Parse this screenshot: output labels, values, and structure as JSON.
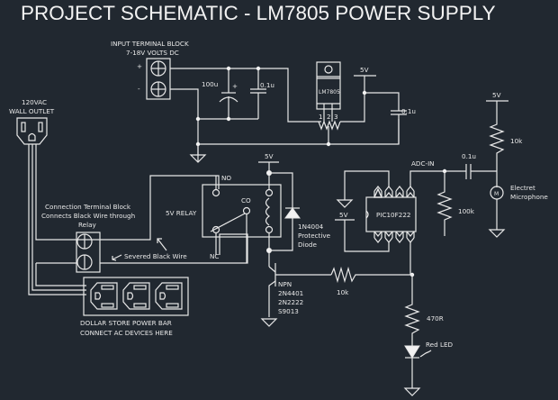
{
  "title": "PROJECT SCHEMATIC - LM7805 POWER SUPPLY",
  "colors": {
    "background": "#212830",
    "lines": "#e8e8e8"
  },
  "labels": {
    "input_block_line1": "INPUT TERMINAL BLOCK",
    "input_block_line2": "7-18V VOLTS DC",
    "plus": "+",
    "minus": "-",
    "cap_100u": "100u",
    "cap_100u_plus": "+",
    "cap_01u_a": "0.1u",
    "regulator": "LM7805",
    "pin1": "1",
    "pin2": "2",
    "pin3": "3",
    "v5_reg": "5V",
    "cap_01u_b": "0.1u",
    "outlet_line1": "120VAC",
    "outlet_line2": "WALL OUTLET",
    "conn_block_line1": "Connection Terminal Block",
    "conn_block_line2": "Connects Black Wire through",
    "conn_block_line3": "Relay",
    "severed_wire": "Severed Black Wire",
    "powerbar_line1": "DOLLAR STORE POWER BAR",
    "powerbar_line2": "CONNECT AC DEVICES HERE",
    "relay": "5V RELAY",
    "relay_no": "NO",
    "relay_co": "CO",
    "relay_nc": "NC",
    "v5_relay": "5V",
    "diode_line1": "1N4004",
    "diode_line2": "Protective",
    "diode_line3": "Diode",
    "npn_line1": "NPN",
    "npn_line2": "2N4401",
    "npn_line3": "2N2222",
    "npn_line4": "S9013",
    "res_10k_base": "10k",
    "pic": "PIC10F222",
    "v5_pic": "5V",
    "adc_in": "ADC-IN",
    "res_100k": "100k",
    "cap_01u_mic": "0.1u",
    "v5_mic": "5V",
    "res_10k_mic": "10k",
    "mic_symbol": "M",
    "mic_line1": "Electret",
    "mic_line2": "Microphone",
    "res_470r": "470R",
    "led": "Red LED"
  }
}
